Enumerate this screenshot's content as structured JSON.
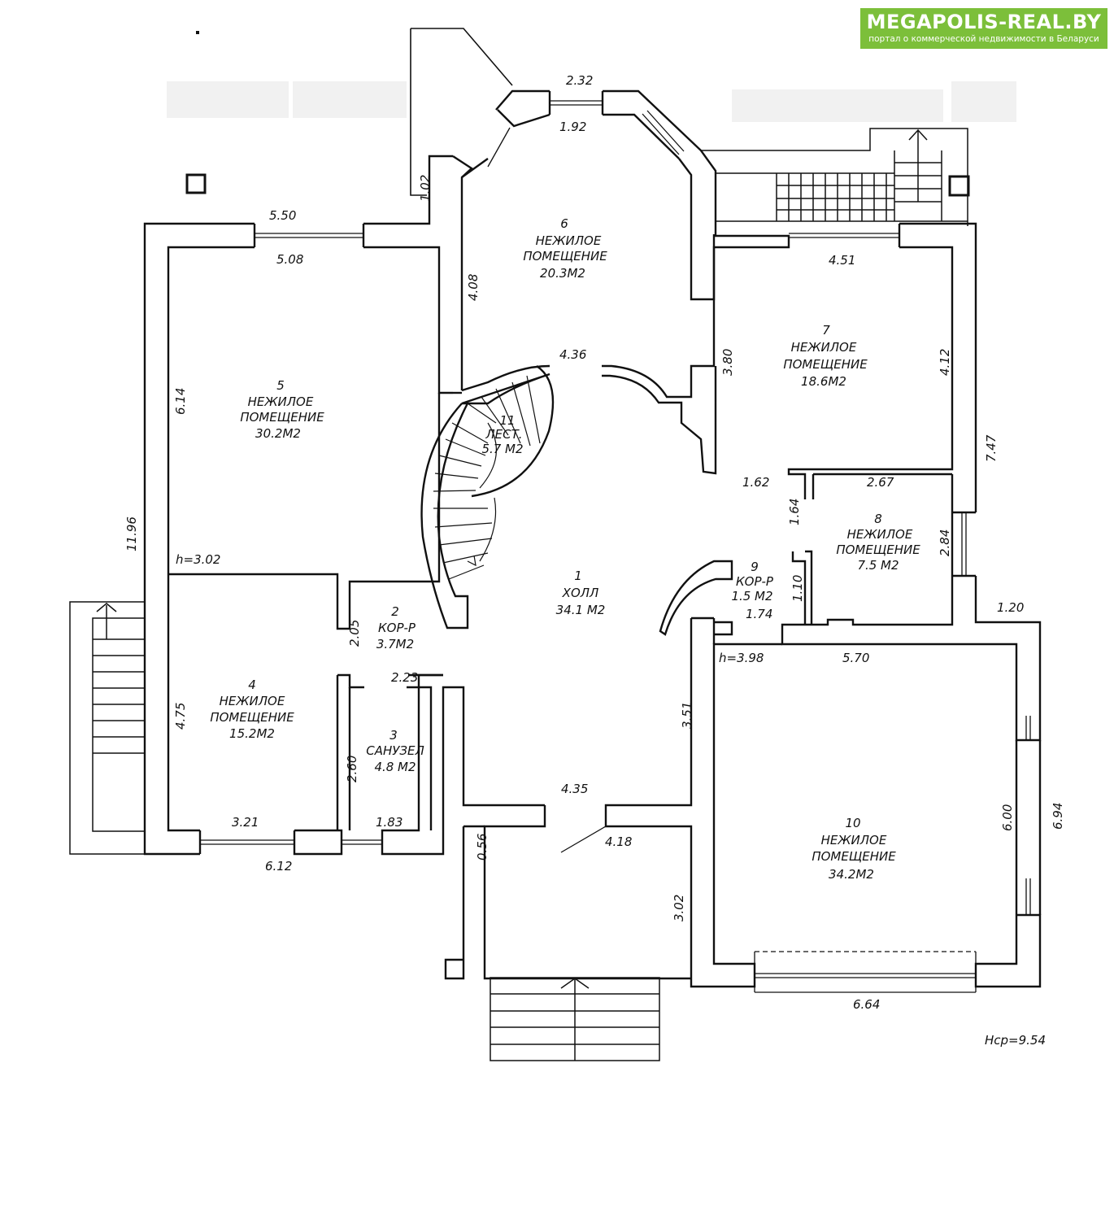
{
  "logo": {
    "name": "MEGAPOLIS-REAL.BY",
    "tagline": "портал о коммерческой недвижимости в Беларуси",
    "color": "#7cbf3a"
  },
  "rooms": {
    "r1": {
      "num": "1",
      "name": "ХОЛЛ",
      "area": "34.1 М2"
    },
    "r2": {
      "num": "2",
      "name": "КОР-Р",
      "area": "3.7М2"
    },
    "r3": {
      "num": "3",
      "name": "САНУЗЕЛ",
      "area": "4.8 М2"
    },
    "r4": {
      "num": "4",
      "line1": "НЕЖИЛОЕ",
      "line2": "ПОМЕЩЕНИЕ",
      "area": "15.2М2"
    },
    "r5": {
      "num": "5",
      "line1": "НЕЖИЛОЕ",
      "line2": "ПОМЕЩЕНИЕ",
      "area": "30.2М2"
    },
    "r6": {
      "num": "6",
      "line1": "НЕЖИЛОЕ",
      "line2": "ПОМЕЩЕНИЕ",
      "area": "20.3М2"
    },
    "r7": {
      "num": "7",
      "line1": "НЕЖИЛОЕ",
      "line2": "ПОМЕЩЕНИЕ",
      "area": "18.6М2"
    },
    "r8": {
      "num": "8",
      "line1": "НЕЖИЛОЕ",
      "line2": "ПОМЕЩЕНИЕ",
      "area": "7.5 М2"
    },
    "r9": {
      "num": "9",
      "name": "КОР-Р",
      "area": "1.5 М2"
    },
    "r10": {
      "num": "10",
      "line1": "НЕЖИЛОЕ",
      "line2": "ПОМЕЩЕНИЕ",
      "area": "34.2М2"
    },
    "r11": {
      "num": "11",
      "name": "ЛЕСТ.",
      "area": "5.7 М2"
    }
  },
  "dimensions": {
    "d232": "2.32",
    "d192": "1.92",
    "d102": "1.02",
    "d550": "5.50",
    "d508": "5.08",
    "d408": "4.08",
    "d451": "4.51",
    "d436": "4.36",
    "d380": "3.80",
    "d412": "4.12",
    "d614": "6.14",
    "d747": "7.47",
    "d162": "1.62",
    "d267": "2.67",
    "d164": "1.64",
    "d284": "2.84",
    "d1196": "11.96",
    "d110": "1.10",
    "d174": "1.74",
    "d120": "1.20",
    "d205": "2.05",
    "d570": "5.70",
    "d223": "2.23",
    "d475": "4.75",
    "d351": "3.51",
    "d260": "2.60",
    "d600": "6.00",
    "d694": "6.94",
    "d435": "4.35",
    "d321": "3.21",
    "d183": "1.83",
    "d418": "4.18",
    "d056": "0.56",
    "d612": "6.12",
    "d302": "3.02",
    "d664": "6.64"
  },
  "heights": {
    "h302": "h=3.02",
    "h398": "h=3.98",
    "hcp": "Нср=9.54"
  }
}
